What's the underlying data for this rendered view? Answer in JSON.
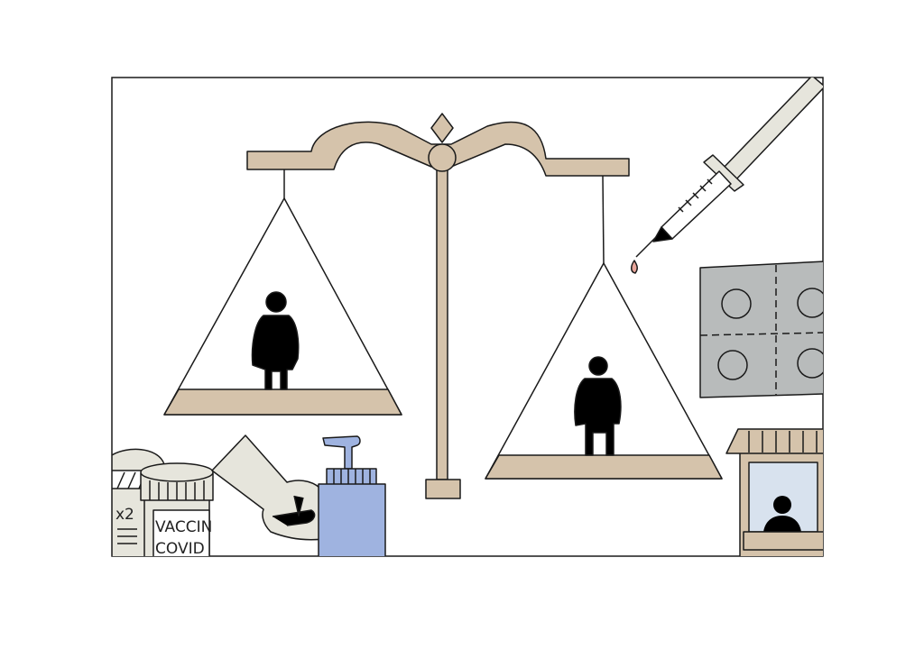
{
  "illustration": {
    "vial_back_label": "x2",
    "vial_front_label_line1": "VACCIN",
    "vial_front_label_line2": "COVID",
    "colors": {
      "scale_tan": "#d5c3ab",
      "outline": "#1a1a1a",
      "soap_blue": "#9fb3e0",
      "blister_gray": "#b8bbbb",
      "glove": "#e6e5dc",
      "booth_window": "#d8e2ee",
      "drop": "#e8a59a"
    }
  }
}
